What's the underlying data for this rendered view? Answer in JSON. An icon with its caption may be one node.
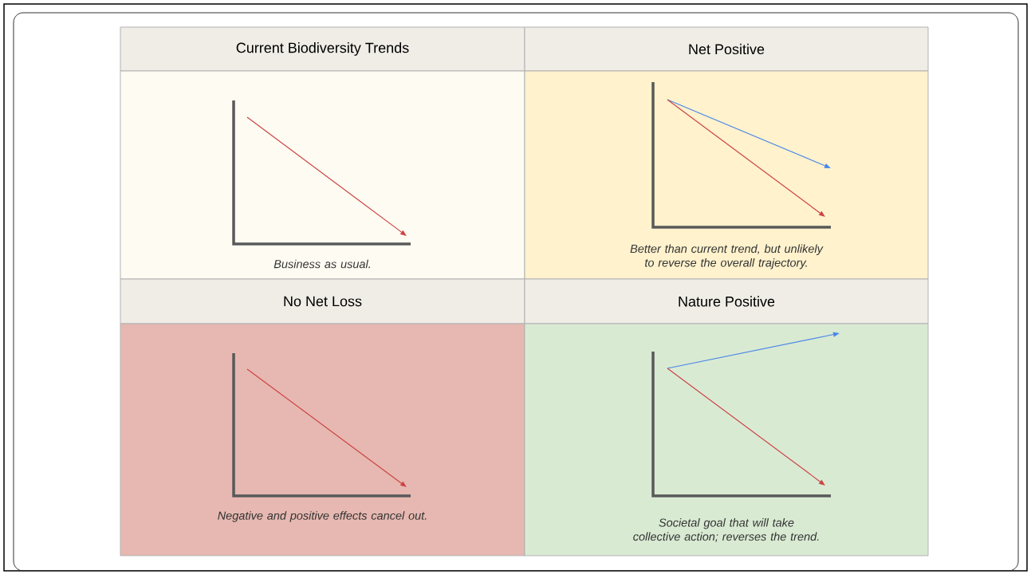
{
  "diagram": {
    "nodes": [
      {
        "text": [
          "Current Biodiversity Trends"
        ]
      },
      {
        "text": [
          "Net Positive"
        ]
      },
      {
        "text": [
          "Business as usual."
        ]
      },
      {
        "text": [
          "Better than current trend, but unlikely to reverse the overall trajectory."
        ]
      },
      {
        "text": [
          "No Net Loss"
        ]
      },
      {
        "text": [
          "Nature Positive"
        ]
      },
      {
        "text": [
          "Negative and positive effects cancel out."
        ]
      },
      {
        "text": [
          "Societal goal that will take collective action; reverses the trend."
        ]
      }
    ]
  }
}
